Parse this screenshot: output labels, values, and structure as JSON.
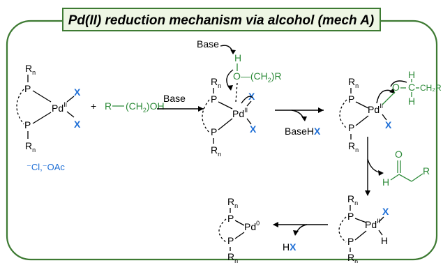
{
  "title": "Pd(II) reduction mechanism via alcohol (mech A)",
  "atoms": {
    "pd": "Pd",
    "pd_ox_ii": "II",
    "pd_ox_0": "0",
    "phosphorus": "P",
    "r": "R",
    "r_sub": "n",
    "x": "X",
    "h": "H",
    "o": "O",
    "c": "C",
    "ch2": "CH",
    "sub2": "2"
  },
  "labels": {
    "counterions": "⁻Cl,⁻OAc",
    "plus": "+",
    "alcohol_r": "R",
    "alcohol_ch2": "(CH",
    "alcohol_sub": "2",
    "alcohol_oh": ")OH",
    "coord_ch2": "O—(CH",
    "coord_sub": "2",
    "coord_r": ")R",
    "base_reagent": "Base",
    "base_top": "Base",
    "basehx_base": "BaseH",
    "basehx_x": "X",
    "hx_h": "H",
    "hx_x": "X",
    "ch2r": "CH₂R"
  },
  "colors": {
    "frame_green": "#3d7a32",
    "ligand_green": "#2e8b3a",
    "halide_blue": "#1f6fd6",
    "title_fill": "#eef6e4"
  }
}
